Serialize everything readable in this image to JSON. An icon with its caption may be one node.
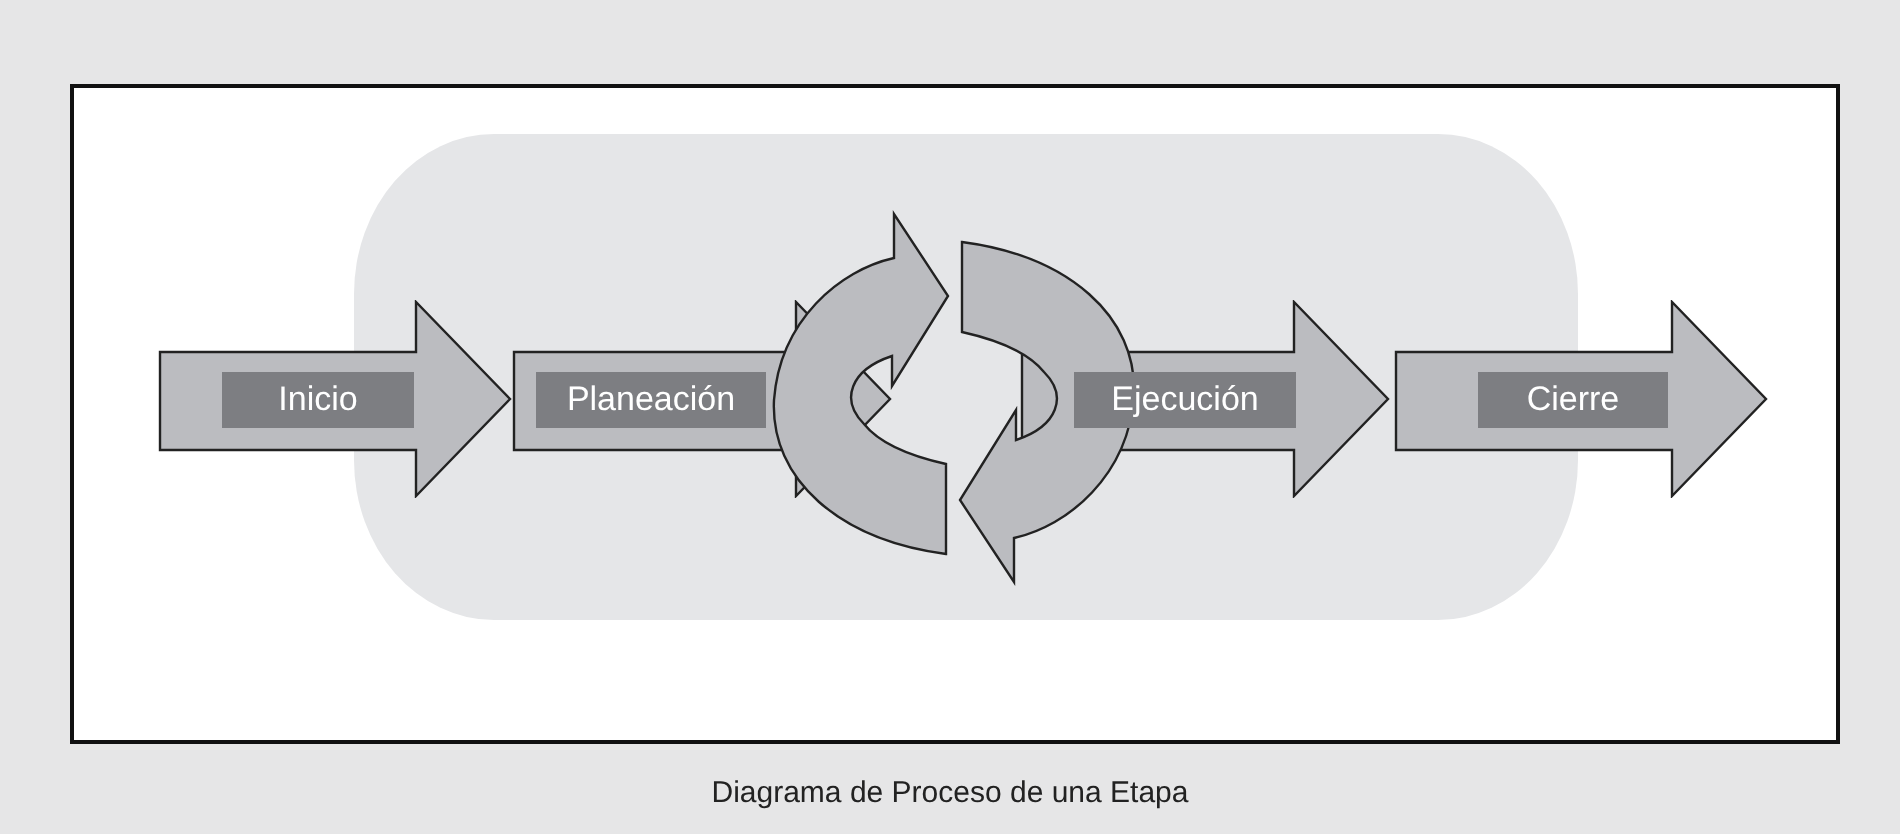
{
  "diagram": {
    "caption": "Diagrama de Proceso de una Etapa",
    "nodes": [
      {
        "text": [
          "Inicio"
        ]
      },
      {
        "text": [
          "Planeación"
        ]
      },
      {
        "text": [
          "Ejecución"
        ]
      },
      {
        "text": [
          "Cierre"
        ]
      }
    ]
  }
}
